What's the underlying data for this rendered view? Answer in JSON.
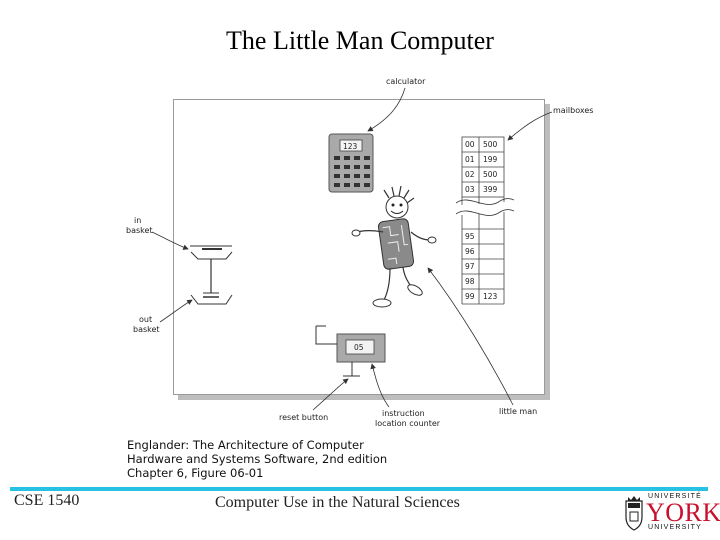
{
  "slide": {
    "title": "The Little Man Computer",
    "footer_left": "CSE 1540",
    "footer_center": "Computer Use in the Natural Sciences",
    "accent_color": "#27c2e3"
  },
  "figure": {
    "labels": {
      "calculator": "calculator",
      "mailboxes": "mailboxes",
      "in_basket": [
        "in",
        "basket"
      ],
      "out_basket": [
        "out",
        "basket"
      ],
      "reset_button": "reset button",
      "instruction_counter": [
        "instruction",
        "location counter"
      ],
      "little_man": "little man"
    },
    "calculator_display": "123",
    "instruction_counter_display": "05",
    "mailboxes_top": [
      {
        "addr": "00",
        "value": "500"
      },
      {
        "addr": "01",
        "value": "199"
      },
      {
        "addr": "02",
        "value": "500"
      },
      {
        "addr": "03",
        "value": "399"
      }
    ],
    "mailboxes_bottom": [
      {
        "addr": "95",
        "value": ""
      },
      {
        "addr": "96",
        "value": ""
      },
      {
        "addr": "97",
        "value": ""
      },
      {
        "addr": "98",
        "value": ""
      },
      {
        "addr": "99",
        "value": "123"
      }
    ],
    "caption": [
      "Englander: The Architecture of Computer",
      "Hardware and Systems Software, 2nd edition",
      "Chapter 6, Figure 06-01"
    ]
  },
  "logo": {
    "top": "UNIVERSITÉ",
    "word": "YORK",
    "bottom": "UNIVERSITY",
    "color": "#c8102e"
  }
}
